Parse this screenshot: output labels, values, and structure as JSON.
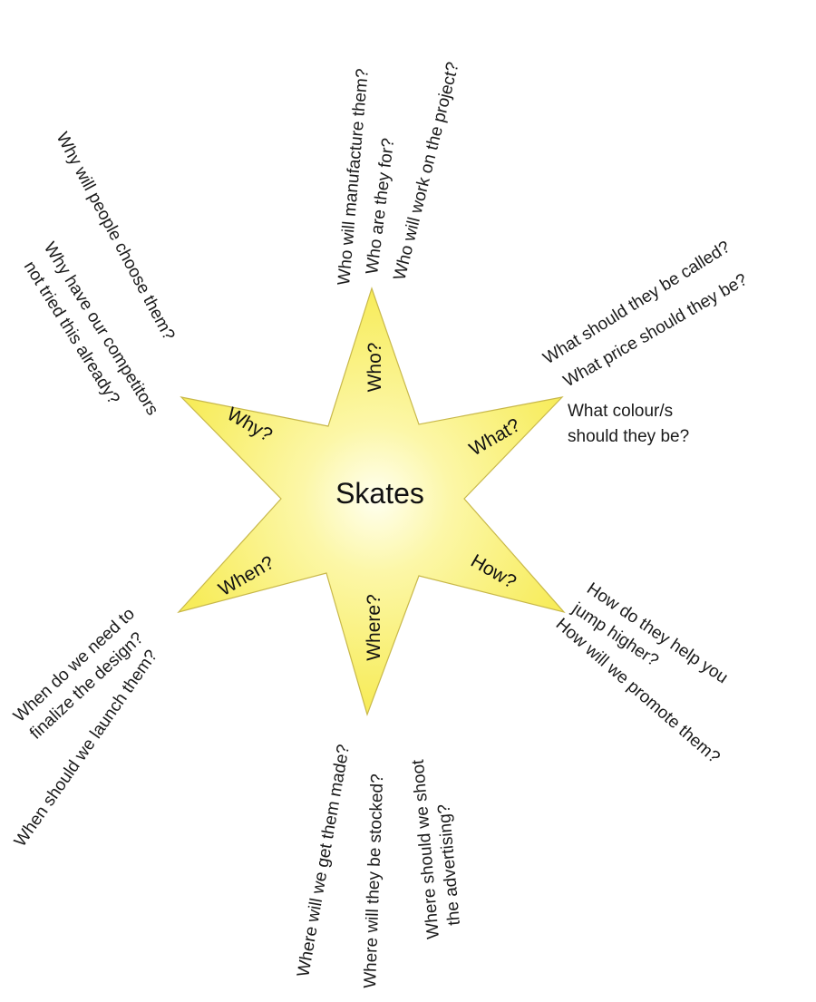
{
  "center": "Skates",
  "arms": {
    "who": "Who?",
    "what": "What?",
    "how": "How?",
    "where": "Where?",
    "when": "When?",
    "why": "Why?"
  },
  "questions": {
    "who": [
      "Who will manufacture them?",
      "Who are they for?",
      "Who will work on the project?"
    ],
    "what": [
      "What should they be called?",
      "What price should they be?",
      "What colour/s",
      "should they be?"
    ],
    "how": [
      "How do they help you",
      "jump higher?",
      "How will we promote them?"
    ],
    "where": [
      "Where will we get them made?",
      "Where will they be stocked?",
      "Where should we shoot",
      "the advertising?"
    ],
    "when": [
      "When do we need to",
      "finalize the design?",
      "When should we launch them?"
    ],
    "why": [
      "Why will people choose them?",
      "Why have our competitors",
      "not tried this already?"
    ]
  },
  "colors": {
    "star_center": "#fffff0",
    "star_edge": "#f7ec5a",
    "star_stroke": "#c8b84a"
  }
}
